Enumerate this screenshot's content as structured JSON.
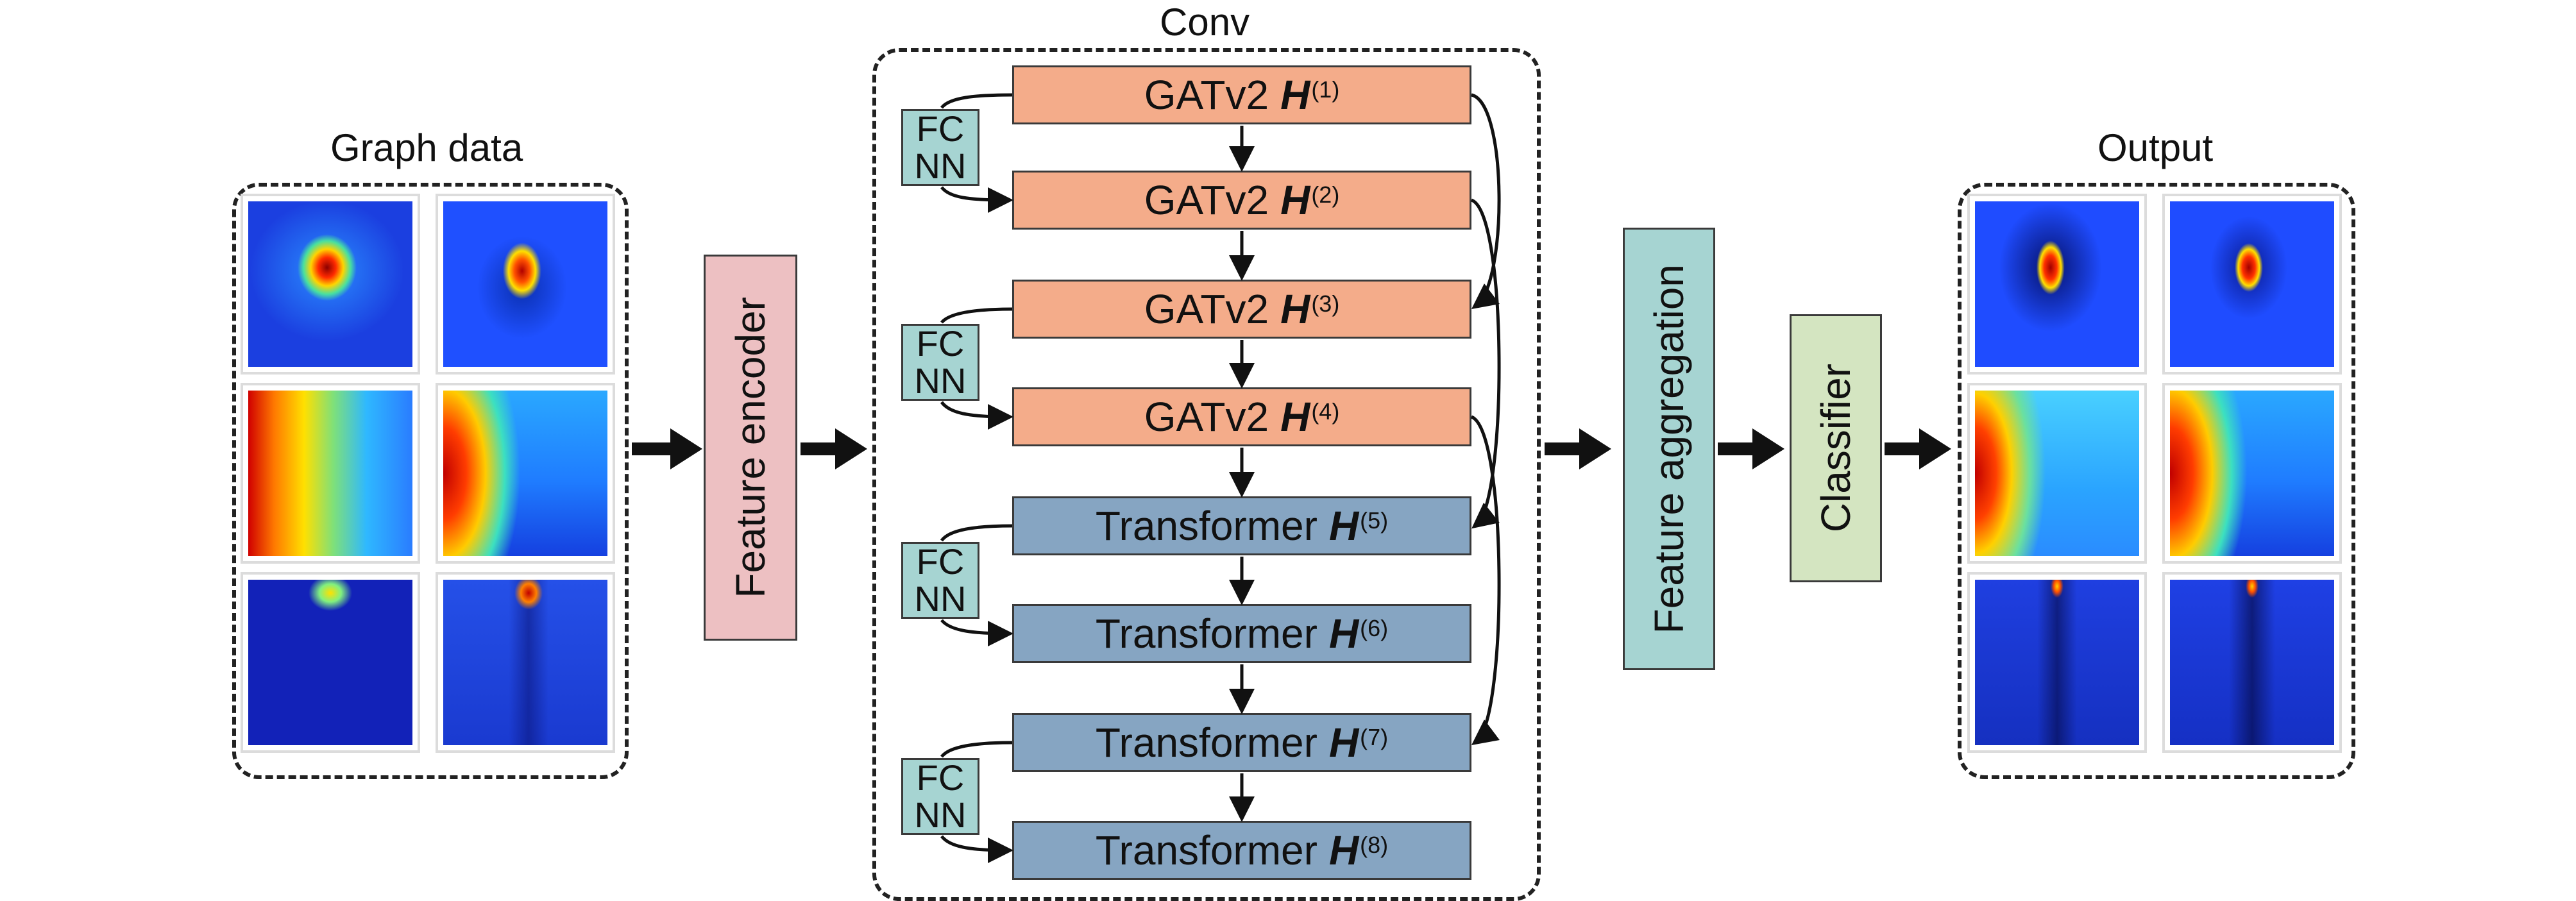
{
  "titles": {
    "graph_data": "Graph data",
    "conv": "Conv",
    "output": "Output"
  },
  "modules": {
    "feature_encoder": "Feature encoder",
    "feature_aggregation": "Feature aggregation",
    "classifier": "Classifier"
  },
  "fcnn": {
    "line1": "FC",
    "line2": "NN"
  },
  "layers": [
    {
      "type": "GATv2",
      "symbol": "H",
      "index": "(1)"
    },
    {
      "type": "GATv2",
      "symbol": "H",
      "index": "(2)"
    },
    {
      "type": "GATv2",
      "symbol": "H",
      "index": "(3)"
    },
    {
      "type": "GATv2",
      "symbol": "H",
      "index": "(4)"
    },
    {
      "type": "Transformer",
      "symbol": "H",
      "index": "(5)"
    },
    {
      "type": "Transformer",
      "symbol": "H",
      "index": "(6)"
    },
    {
      "type": "Transformer",
      "symbol": "H",
      "index": "(7)"
    },
    {
      "type": "Transformer",
      "symbol": "H",
      "index": "(8)"
    }
  ],
  "colors": {
    "gatv2": "#f4ac8a",
    "transformer": "#86a5c2",
    "fcnn": "#a6d4d2",
    "feature_encoder": "#edc0c2",
    "feature_aggregation": "#a6d4d2",
    "classifier": "#d4e5c1"
  }
}
